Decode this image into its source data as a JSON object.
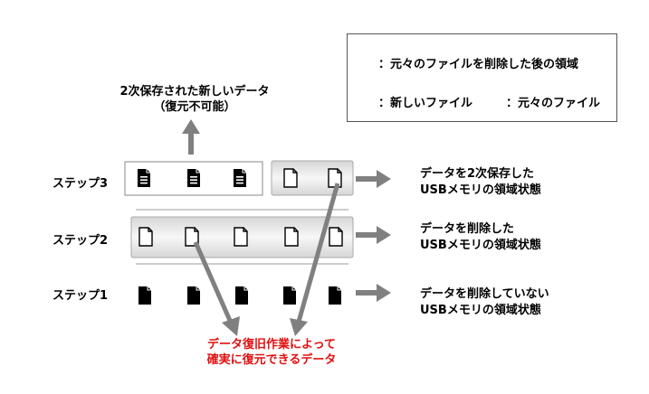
{
  "legend": {
    "empty_area": "：元々のファイルを削除した後の領域",
    "new_file": "：新しいファイル",
    "original_file": "：元々のファイル"
  },
  "top_caption": {
    "line1": "2次保存された新しいデータ",
    "line2": "（復元不可能）"
  },
  "steps": [
    {
      "label": "ステップ3",
      "desc_line1": "データを2次保存した",
      "desc_line2": "USBメモリの領域状態"
    },
    {
      "label": "ステップ2",
      "desc_line1": "データを削除した",
      "desc_line2": "USBメモリの領域状態"
    },
    {
      "label": "ステップ1",
      "desc_line1": "データを削除していない",
      "desc_line2": "USBメモリの領域状態"
    }
  ],
  "recovery_note": {
    "line1": "データ復旧作業によって",
    "line2": "確実に復元できるデータ"
  },
  "colors": {
    "arrow": "#808080",
    "recovery_text": "#e01010",
    "file_fill": "#000000"
  }
}
